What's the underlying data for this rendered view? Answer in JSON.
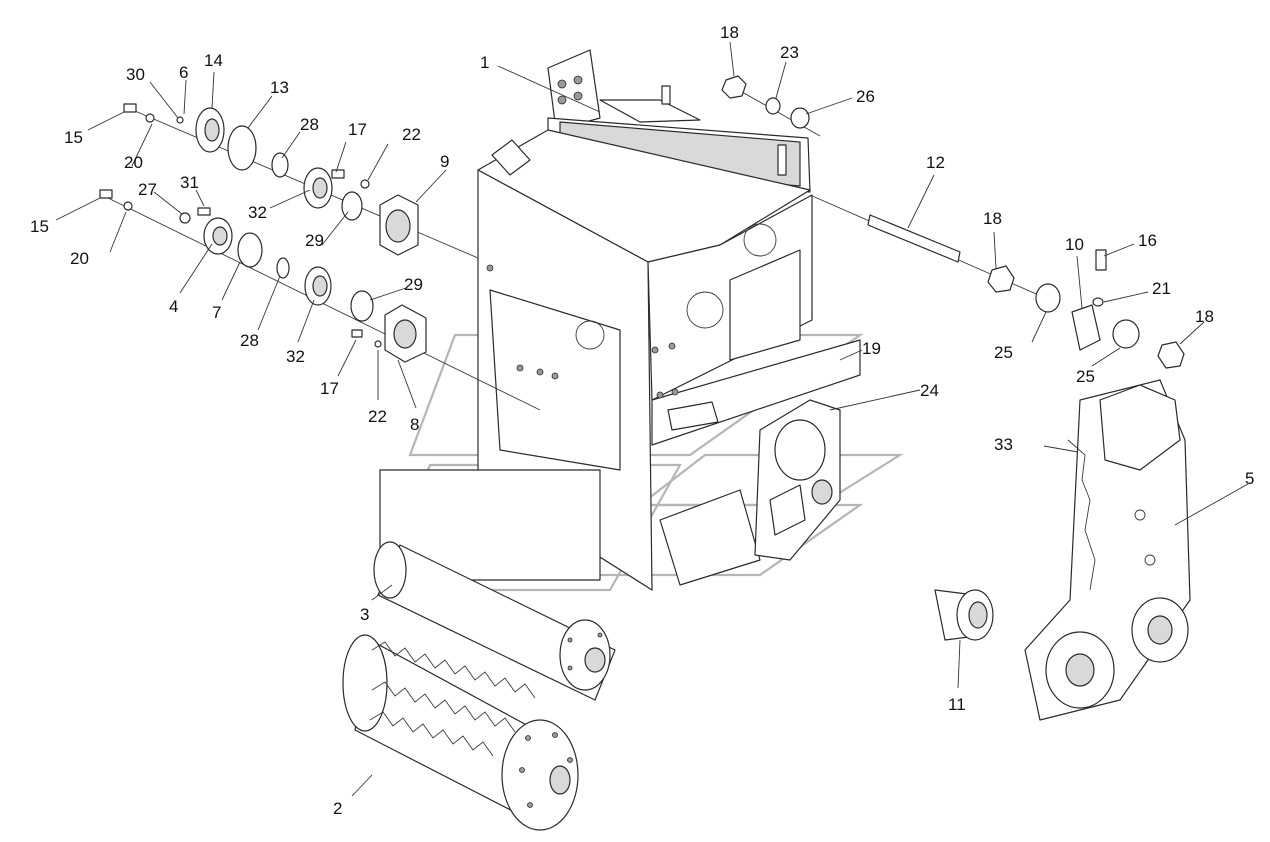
{
  "colors": {
    "line": "#2b2b2b",
    "watermark": "#b5b5b5",
    "background": "#ffffff"
  },
  "callouts": [
    {
      "id": "c1",
      "label": "1"
    },
    {
      "id": "c2",
      "label": "2"
    },
    {
      "id": "c3",
      "label": "3"
    },
    {
      "id": "c4",
      "label": "4"
    },
    {
      "id": "c5",
      "label": "5"
    },
    {
      "id": "c6",
      "label": "6"
    },
    {
      "id": "c7",
      "label": "7"
    },
    {
      "id": "c8",
      "label": "8"
    },
    {
      "id": "c9",
      "label": "9"
    },
    {
      "id": "c10",
      "label": "10"
    },
    {
      "id": "c11",
      "label": "11"
    },
    {
      "id": "c12",
      "label": "12"
    },
    {
      "id": "c13",
      "label": "13"
    },
    {
      "id": "c14",
      "label": "14"
    },
    {
      "id": "c15a",
      "label": "15"
    },
    {
      "id": "c15b",
      "label": "15"
    },
    {
      "id": "c16",
      "label": "16"
    },
    {
      "id": "c17a",
      "label": "17"
    },
    {
      "id": "c17b",
      "label": "17"
    },
    {
      "id": "c18a",
      "label": "18"
    },
    {
      "id": "c18b",
      "label": "18"
    },
    {
      "id": "c18c",
      "label": "18"
    },
    {
      "id": "c19",
      "label": "19"
    },
    {
      "id": "c20a",
      "label": "20"
    },
    {
      "id": "c20b",
      "label": "20"
    },
    {
      "id": "c21",
      "label": "21"
    },
    {
      "id": "c22a",
      "label": "22"
    },
    {
      "id": "c22b",
      "label": "22"
    },
    {
      "id": "c23",
      "label": "23"
    },
    {
      "id": "c24",
      "label": "24"
    },
    {
      "id": "c25a",
      "label": "25"
    },
    {
      "id": "c25b",
      "label": "25"
    },
    {
      "id": "c26",
      "label": "26"
    },
    {
      "id": "c27",
      "label": "27"
    },
    {
      "id": "c28a",
      "label": "28"
    },
    {
      "id": "c28b",
      "label": "28"
    },
    {
      "id": "c29a",
      "label": "29"
    },
    {
      "id": "c29b",
      "label": "29"
    },
    {
      "id": "c30",
      "label": "30"
    },
    {
      "id": "c31",
      "label": "31"
    },
    {
      "id": "c32a",
      "label": "32"
    },
    {
      "id": "c32b",
      "label": "32"
    },
    {
      "id": "c33",
      "label": "33"
    }
  ]
}
